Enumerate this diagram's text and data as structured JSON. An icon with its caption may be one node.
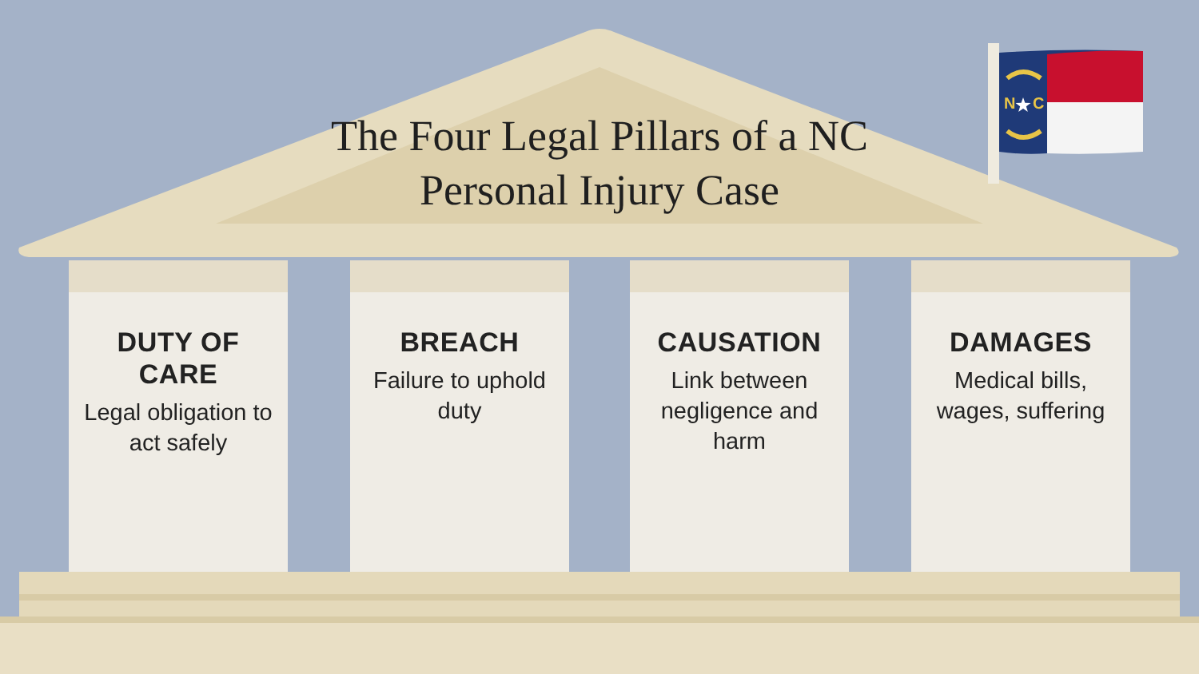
{
  "diagram": {
    "title": "The Four Legal Pillars of a NC Personal Injury Case",
    "nodes": [
      {
        "text": [
          "DUTY OF CARE",
          "Legal obligation to act safely"
        ]
      },
      {
        "text": [
          "BREACH",
          "Failure to uphold duty"
        ]
      },
      {
        "text": [
          "CAUSATION",
          "Link between negligence and harm"
        ]
      },
      {
        "text": [
          "DAMAGES",
          "Medical bills, wages, suffering"
        ]
      }
    ],
    "labels": [
      "N",
      "C"
    ]
  }
}
